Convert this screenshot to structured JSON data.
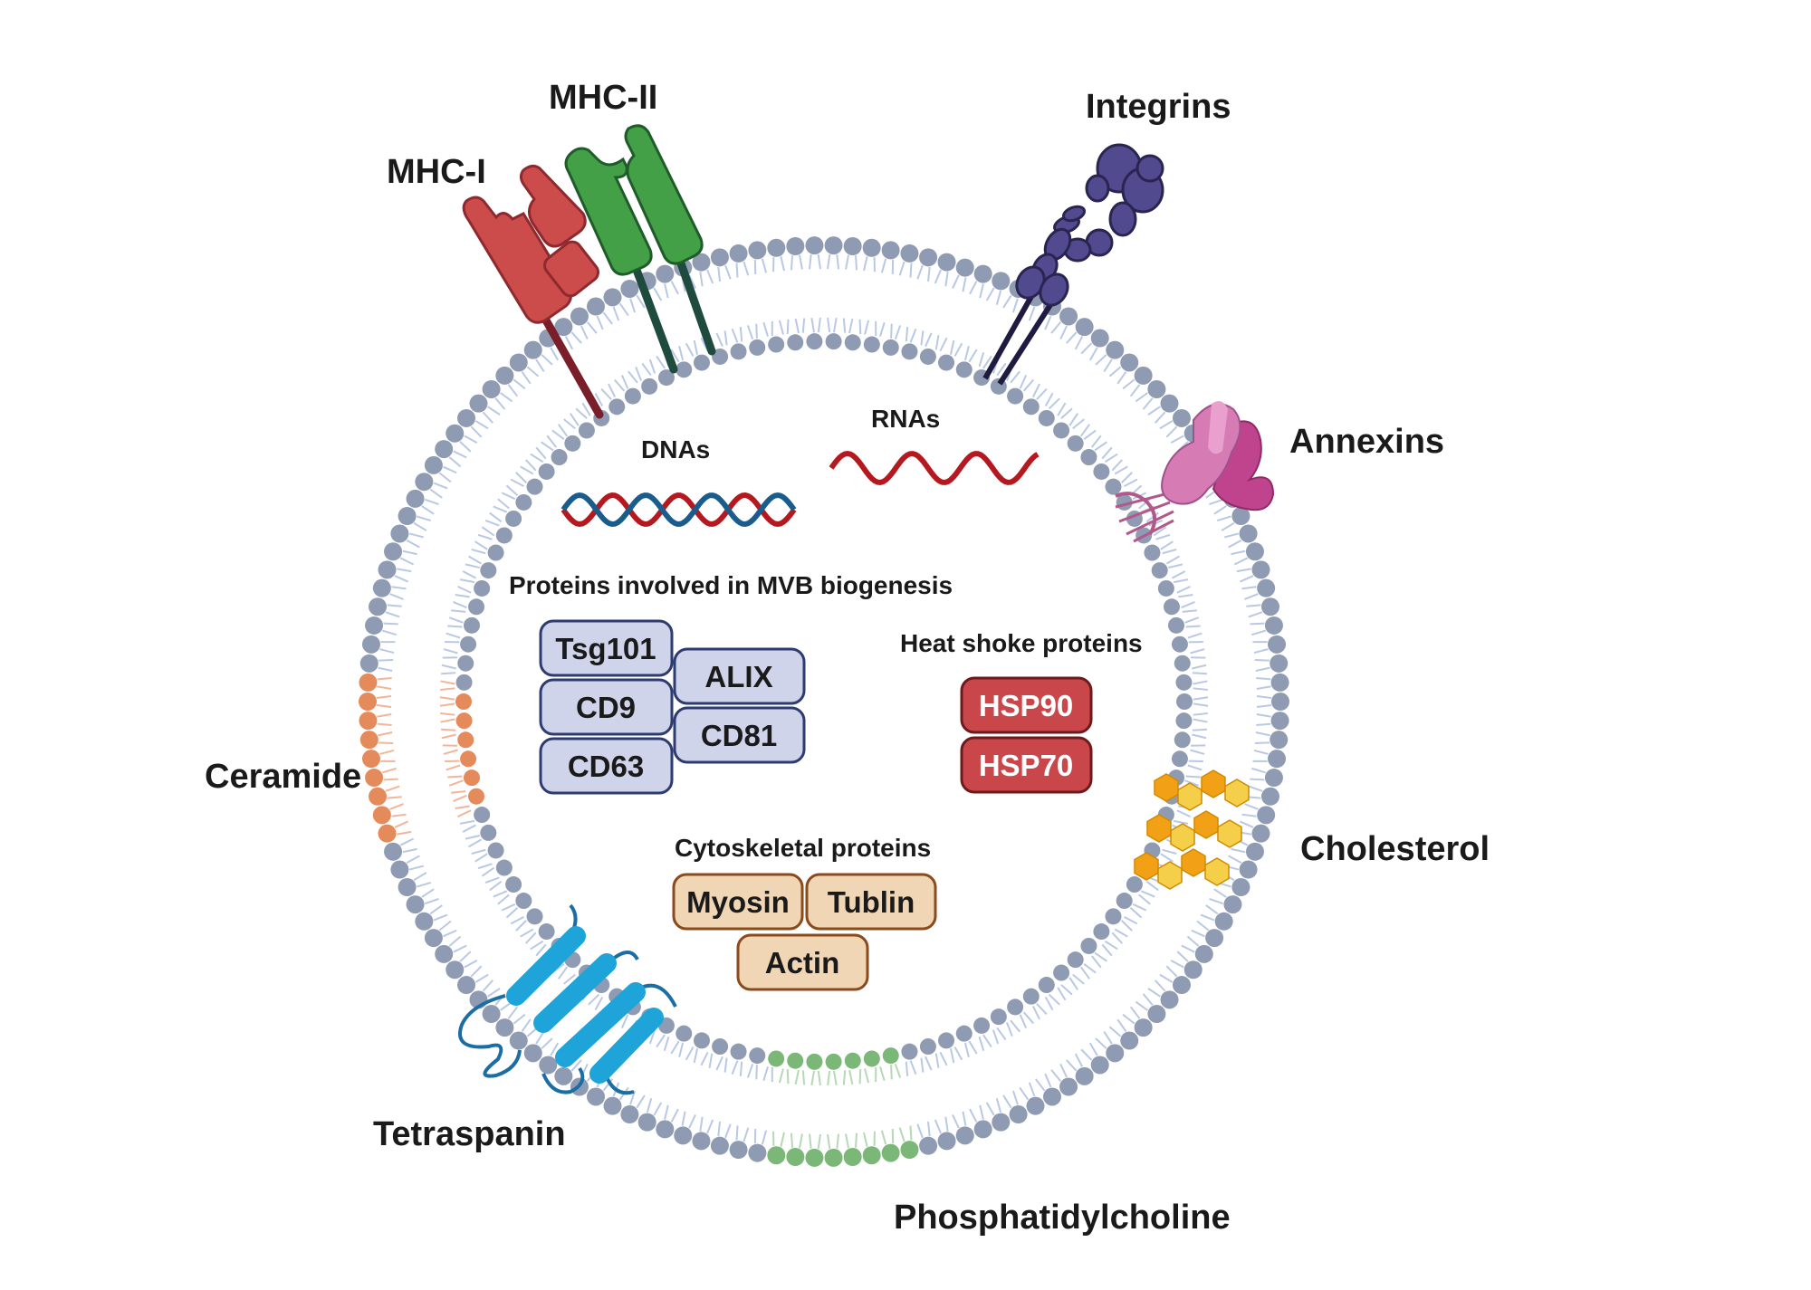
{
  "labels": {
    "mhc1": "MHC-I",
    "mhc2": "MHC-II",
    "integrins": "Integrins",
    "annexins": "Annexins",
    "ceramide": "Ceramide",
    "cholesterol": "Cholesterol",
    "tetraspanin": "Tetraspanin",
    "phosphatidylcholine": "Phosphatidylcholine",
    "dnas": "DNAs",
    "rnas": "RNAs"
  },
  "groups": {
    "mvb": {
      "title": "Proteins involved in MVB biogenesis",
      "items": [
        "Tsg101",
        "CD9",
        "CD63",
        "ALIX",
        "CD81"
      ]
    },
    "hsp": {
      "title": "Heat shoke proteins",
      "items": [
        "HSP90",
        "HSP70"
      ]
    },
    "cyto": {
      "title": "Cytoskeletal proteins",
      "items": [
        "Myosin",
        "Tublin",
        "Actin"
      ]
    }
  },
  "colors": {
    "lipid_head": "#8f9bb2",
    "lipid_tail": "#b9c9e3",
    "mhc1": "#cc4b4b",
    "mhc2": "#43a047",
    "integrin": "#524a8e",
    "annexin": "#d77bb5",
    "ceramide": "#e58a5b",
    "cholesterol": "#f2a117",
    "tetraspanin": "#1ea4d8",
    "phosphatidylcholine": "#7bb878",
    "mvb_box": "#cfd4ea",
    "hsp_box": "#c9474b",
    "cyto_box": "#f0d6b4"
  }
}
